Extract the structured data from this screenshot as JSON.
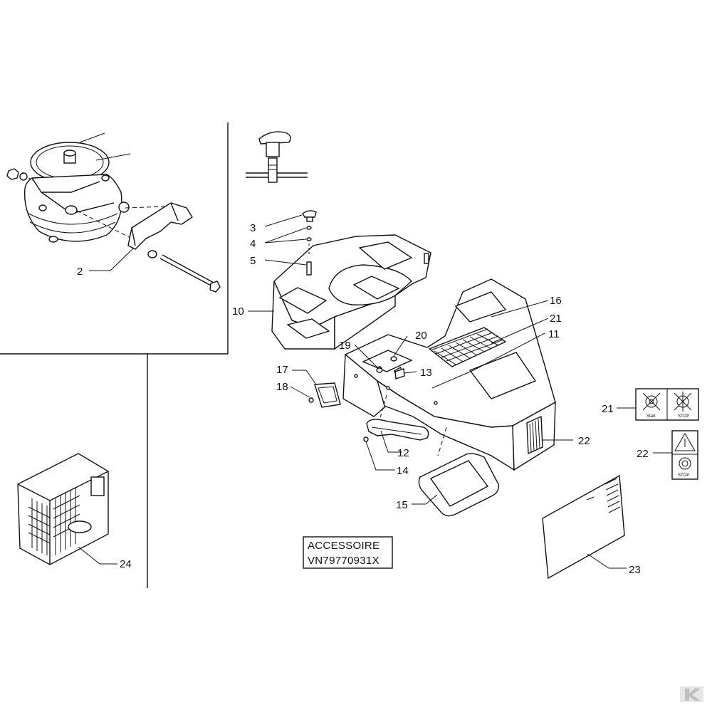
{
  "callouts": {
    "c2": "2",
    "c3": "3",
    "c4": "4",
    "c5": "5",
    "c10": "10",
    "c11": "11",
    "c12": "12",
    "c13": "13",
    "c14": "14",
    "c15": "15",
    "c16": "16",
    "c17": "17",
    "c18": "18",
    "c19": "19",
    "c20": "20",
    "c21a": "21",
    "c21b": "21",
    "c22a": "22",
    "c22b": "22",
    "c23": "23",
    "c24": "24"
  },
  "accessory_box": {
    "line1": "ACCESSOIRE",
    "line2": "VN79770931X"
  },
  "decals": {
    "decal21_left_caption": "Start",
    "decal21_right_caption": "STOP",
    "decal22_caption": "STOP"
  },
  "icons": [
    "start-stop-decal-icon",
    "warning-triangle-icon",
    "stop-gear-icon",
    "brand-watermark-icon"
  ],
  "colors": {
    "line": "#111111",
    "background": "#ffffff",
    "watermark": "#bdbdbd"
  }
}
